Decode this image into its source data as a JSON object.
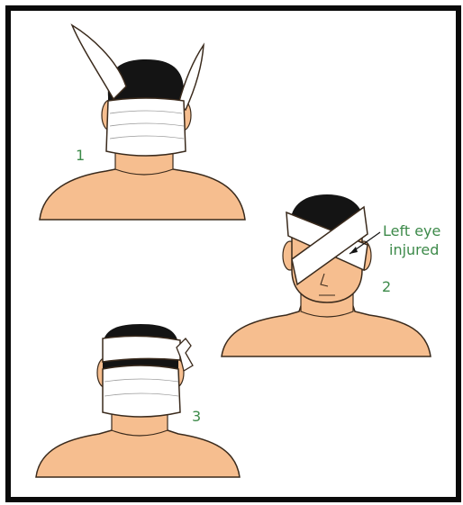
{
  "steps": [
    {
      "number": "1"
    },
    {
      "number": "2",
      "annotation_line1": "Left eye",
      "annotation_line2": "injured"
    },
    {
      "number": "3"
    }
  ],
  "colors": {
    "skin": "#F6BE8F",
    "skin_outline": "#3a2a1c",
    "hair": "#141414",
    "bandage": "#FFFFFF",
    "label_text": "#3D8A4A",
    "border": "#0A0A0A"
  }
}
